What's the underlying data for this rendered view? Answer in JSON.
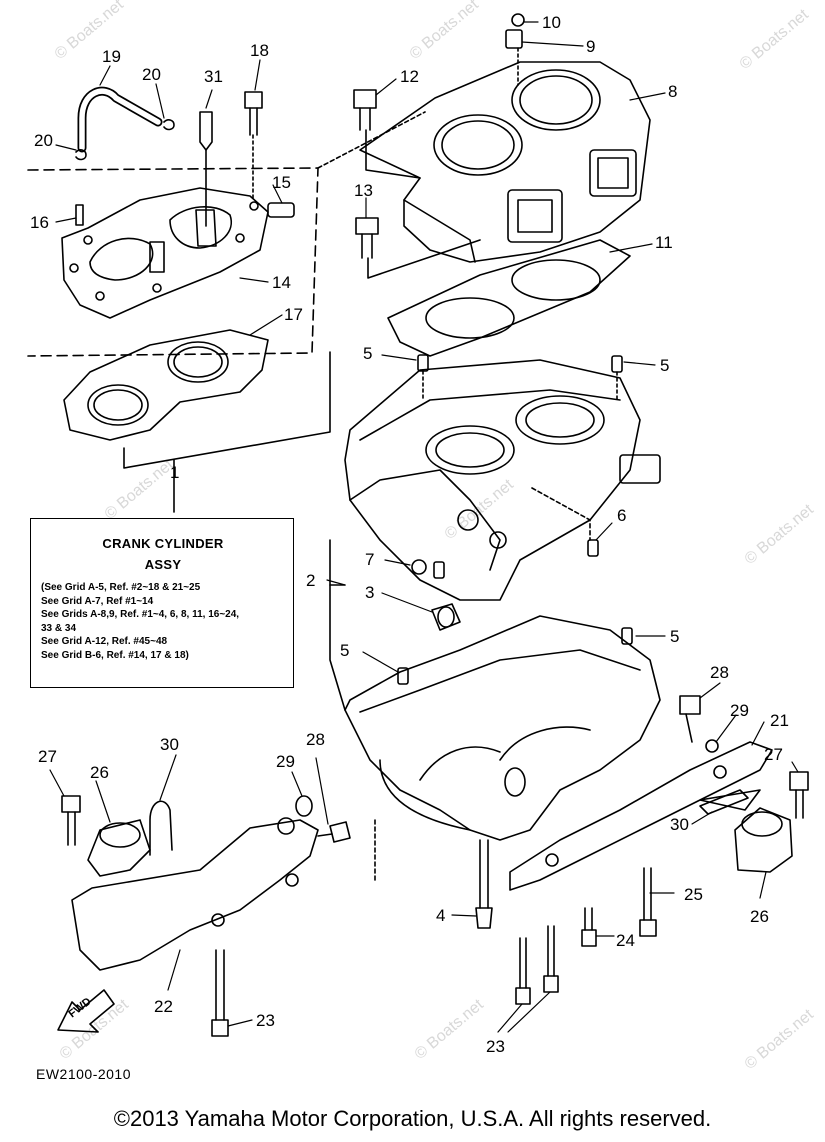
{
  "diagram": {
    "parts": [
      {
        "ref": "1",
        "label": "1"
      },
      {
        "ref": "2",
        "label": "2"
      },
      {
        "ref": "3",
        "label": "3"
      },
      {
        "ref": "4",
        "label": "4"
      },
      {
        "ref": "5a",
        "label": "5"
      },
      {
        "ref": "5b",
        "label": "5"
      },
      {
        "ref": "5c",
        "label": "5"
      },
      {
        "ref": "5d",
        "label": "5"
      },
      {
        "ref": "6",
        "label": "6"
      },
      {
        "ref": "7",
        "label": "7"
      },
      {
        "ref": "8",
        "label": "8"
      },
      {
        "ref": "9",
        "label": "9"
      },
      {
        "ref": "10",
        "label": "10"
      },
      {
        "ref": "11",
        "label": "11"
      },
      {
        "ref": "12",
        "label": "12"
      },
      {
        "ref": "13",
        "label": "13"
      },
      {
        "ref": "14",
        "label": "14"
      },
      {
        "ref": "15",
        "label": "15"
      },
      {
        "ref": "16",
        "label": "16"
      },
      {
        "ref": "17",
        "label": "17"
      },
      {
        "ref": "18",
        "label": "18"
      },
      {
        "ref": "19",
        "label": "19"
      },
      {
        "ref": "20a",
        "label": "20"
      },
      {
        "ref": "20b",
        "label": "20"
      },
      {
        "ref": "21",
        "label": "21"
      },
      {
        "ref": "22",
        "label": "22"
      },
      {
        "ref": "23a",
        "label": "23"
      },
      {
        "ref": "23b",
        "label": "23"
      },
      {
        "ref": "24",
        "label": "24"
      },
      {
        "ref": "25",
        "label": "25"
      },
      {
        "ref": "26a",
        "label": "26"
      },
      {
        "ref": "26b",
        "label": "26"
      },
      {
        "ref": "27a",
        "label": "27"
      },
      {
        "ref": "27b",
        "label": "27"
      },
      {
        "ref": "28a",
        "label": "28"
      },
      {
        "ref": "28b",
        "label": "28"
      },
      {
        "ref": "29a",
        "label": "29"
      },
      {
        "ref": "29b",
        "label": "29"
      },
      {
        "ref": "30a",
        "label": "30"
      },
      {
        "ref": "30b",
        "label": "30"
      },
      {
        "ref": "31",
        "label": "31"
      }
    ],
    "assy_box": {
      "title_line1": "CRANK CYLINDER",
      "title_line2": "ASSY",
      "notes": [
        "(See Grid A-5, Ref. #2~18 & 21~25",
        "See Grid A-7, Ref #1~14",
        "See Grids A-8,9, Ref. #1~4, 6, 8, 11, 16~24,",
        "33 & 34",
        "See Grid A-12, Ref. #45~48",
        "See Grid B-6, Ref. #14, 17 & 18)"
      ]
    },
    "fwd_arrow_label": "FWD",
    "diagram_code": "EW2100-2010",
    "watermark": "© Boats.net"
  },
  "footer": {
    "copyright": "©2013 Yamaha Motor Corporation, U.S.A. All rights reserved."
  }
}
